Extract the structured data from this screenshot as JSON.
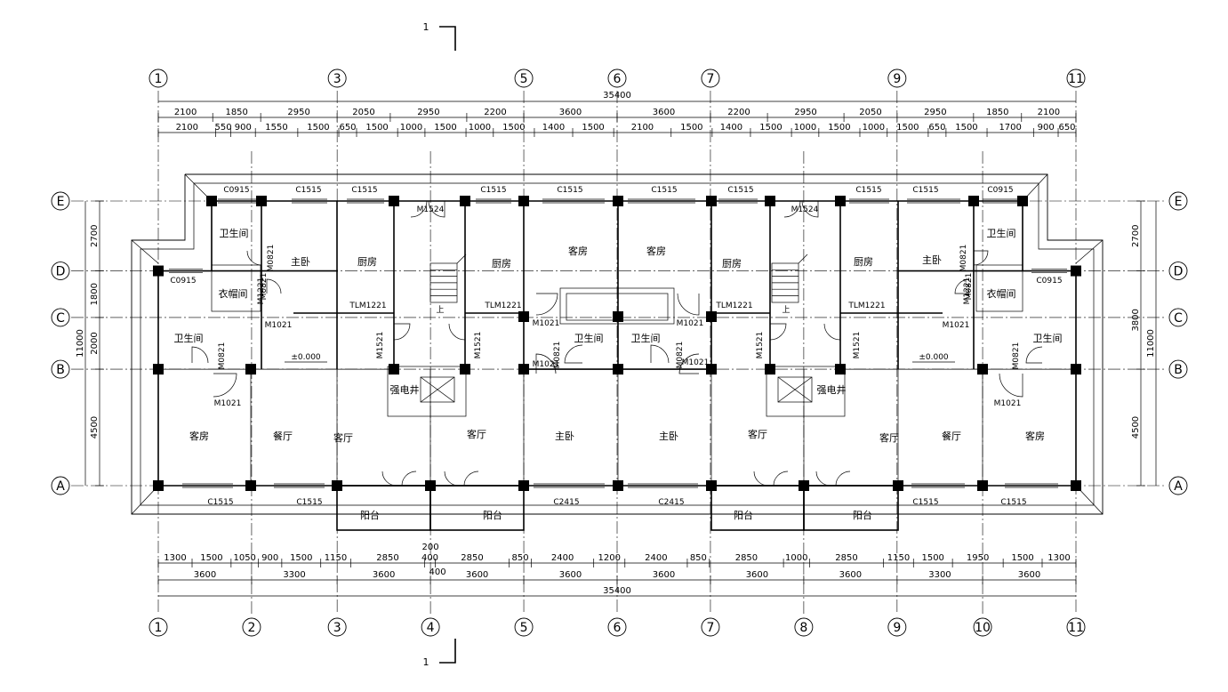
{
  "plan": {
    "x_axes": [
      {
        "label": "1",
        "mm": 0,
        "top": true,
        "bottom": true
      },
      {
        "label": "2",
        "mm": 3600,
        "top": false,
        "bottom": true
      },
      {
        "label": "3",
        "mm": 6900,
        "top": true,
        "bottom": true
      },
      {
        "label": "4",
        "mm": 10500,
        "top": false,
        "bottom": true
      },
      {
        "label": "5",
        "mm": 14100,
        "top": true,
        "bottom": true
      },
      {
        "label": "6",
        "mm": 17700,
        "top": true,
        "bottom": true
      },
      {
        "label": "7",
        "mm": 21300,
        "top": true,
        "bottom": true
      },
      {
        "label": "8",
        "mm": 24900,
        "top": false,
        "bottom": true
      },
      {
        "label": "9",
        "mm": 28500,
        "top": true,
        "bottom": true
      },
      {
        "label": "10",
        "mm": 31800,
        "top": false,
        "bottom": true
      },
      {
        "label": "11",
        "mm": 35400,
        "top": true,
        "bottom": true
      }
    ],
    "y_axes": [
      {
        "label": "E",
        "mm": 11000
      },
      {
        "label": "D",
        "mm": 8300
      },
      {
        "label": "C",
        "mm": 6500
      },
      {
        "label": "B",
        "mm": 4500
      },
      {
        "label": "A",
        "mm": 0
      }
    ],
    "dims": {
      "top_total": "35400",
      "top_row1": [
        "2100",
        "1850",
        "2950",
        "2050",
        "2950",
        "2200",
        "3600",
        "3600",
        "2200",
        "2950",
        "2050",
        "2950",
        "1850",
        "2100"
      ],
      "top_row2": [
        "2100",
        "550",
        "900",
        "1550",
        "1500",
        "650",
        "1500",
        "1000",
        "1500",
        "1000",
        "1500",
        "1400",
        "1500",
        "2100",
        "1500",
        "1400",
        "1500",
        "1000",
        "1500",
        "1000",
        "1500",
        "650",
        "1500",
        "1700",
        "900",
        "650"
      ],
      "bottom_row1": [
        "1300",
        "1500",
        "1050",
        "900",
        "1500",
        "1150",
        "2850",
        "400",
        "2850",
        "850",
        "2400",
        "1200",
        "2400",
        "850",
        "2850",
        "1000",
        "2850",
        "1150",
        "1500",
        "1950",
        "1500",
        "1300"
      ],
      "bottom_row2": [
        "3600",
        "3300",
        "3600",
        "3600",
        "3600",
        "3600",
        "3600",
        "3600",
        "3300",
        "3600"
      ],
      "bottom_total": "35400",
      "bottom_extra": [
        "200",
        "400"
      ],
      "left_parts": [
        "2700",
        "1800",
        "2000",
        "4500"
      ],
      "left_total": "11000",
      "right_parts": [
        "2700",
        "3800",
        "4500"
      ],
      "right_total": "11000"
    },
    "rooms": [
      {
        "text": "卫生间"
      },
      {
        "text": "主卧"
      },
      {
        "text": "衣帽间"
      },
      {
        "text": "厨房"
      },
      {
        "text": "厨房"
      },
      {
        "text": "客房"
      },
      {
        "text": "客房"
      },
      {
        "text": "厨房"
      },
      {
        "text": "厨房"
      },
      {
        "text": "主卧"
      },
      {
        "text": "卫生间"
      },
      {
        "text": "衣帽间"
      },
      {
        "text": "卫生间"
      },
      {
        "text": "卫生间"
      },
      {
        "text": "卫生间"
      },
      {
        "text": "卫生间"
      },
      {
        "text": "强电井"
      },
      {
        "text": "强电井"
      },
      {
        "text": "客房"
      },
      {
        "text": "餐厅"
      },
      {
        "text": "客厅"
      },
      {
        "text": "客厅"
      },
      {
        "text": "主卧"
      },
      {
        "text": "主卧"
      },
      {
        "text": "客厅"
      },
      {
        "text": "客厅"
      },
      {
        "text": "餐厅"
      },
      {
        "text": "客房"
      },
      {
        "text": "阳台"
      },
      {
        "text": "阳台"
      },
      {
        "text": "阳台"
      },
      {
        "text": "阳台"
      }
    ],
    "codes": [
      {
        "text": "C0915"
      },
      {
        "text": "C1515"
      },
      {
        "text": "C1515"
      },
      {
        "text": "C1515"
      },
      {
        "text": "C1515"
      },
      {
        "text": "C1515"
      },
      {
        "text": "C1515"
      },
      {
        "text": "C1515"
      },
      {
        "text": "C1515"
      },
      {
        "text": "C0915"
      },
      {
        "text": "M1524"
      },
      {
        "text": "M1524"
      },
      {
        "text": "C0915"
      },
      {
        "text": "C0915"
      },
      {
        "text": "TLM1221"
      },
      {
        "text": "TLM1221"
      },
      {
        "text": "TLM1221"
      },
      {
        "text": "TLM1221"
      },
      {
        "text": "M1021"
      },
      {
        "text": "M1021"
      },
      {
        "text": "M1021"
      },
      {
        "text": "M1021"
      },
      {
        "text": "M1021"
      },
      {
        "text": "M1021"
      },
      {
        "text": "M1021"
      },
      {
        "text": "M1021"
      },
      {
        "text": "M0821"
      },
      {
        "text": "M0821"
      },
      {
        "text": "M0821"
      },
      {
        "text": "M0821"
      },
      {
        "text": "M0821"
      },
      {
        "text": "M0821"
      },
      {
        "text": "M0821"
      },
      {
        "text": "M0821"
      },
      {
        "text": "M1221"
      },
      {
        "text": "M1221"
      },
      {
        "text": "M1521"
      },
      {
        "text": "M1521"
      },
      {
        "text": "M1521"
      },
      {
        "text": "M1521"
      },
      {
        "text": "C1515"
      },
      {
        "text": "C1515"
      },
      {
        "text": "C2415"
      },
      {
        "text": "C2415"
      },
      {
        "text": "C1515"
      },
      {
        "text": "C1515"
      }
    ],
    "levels": [
      "±0.000",
      "±0.000"
    ],
    "section_mark": "1",
    "stair_up": "上"
  },
  "colors": {
    "line": "#000000",
    "background": "#ffffff"
  }
}
